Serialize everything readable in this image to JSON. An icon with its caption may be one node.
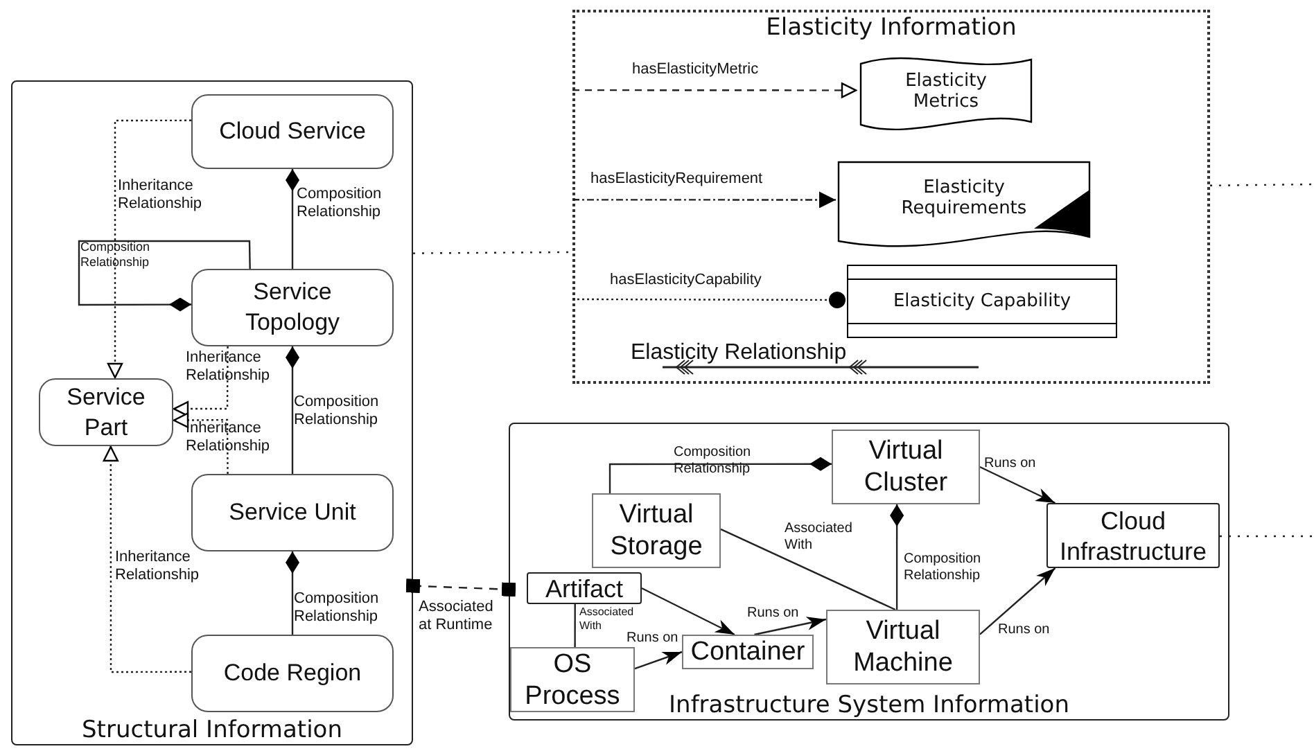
{
  "diagram": {
    "nodes": [
      {
        "text": [
          "Structural Information"
        ]
      },
      {
        "text": [
          "Cloud Service"
        ],
        "in": 0
      },
      {
        "text": [
          "Service Topology"
        ],
        "in": 0
      },
      {
        "text": [
          "Service Part"
        ],
        "in": 0
      },
      {
        "text": [
          "Service Unit"
        ],
        "in": 0
      },
      {
        "text": [
          "Code Region"
        ],
        "in": 0
      },
      {
        "text": [
          "Elasticity Information"
        ]
      },
      {
        "text": [
          "Elasticity Metrics"
        ],
        "in": 6
      },
      {
        "text": [
          "Elasticity Requirements"
        ],
        "in": 6
      },
      {
        "text": [
          "Elasticity Capability"
        ],
        "in": 6
      },
      {
        "text": [
          "Infrastructure System Information"
        ]
      },
      {
        "text": [
          "Virtual Cluster"
        ],
        "in": 10
      },
      {
        "text": [
          "Virtual Storage"
        ],
        "in": 10
      },
      {
        "text": [
          "Cloud Infrastructure"
        ],
        "in": 10
      },
      {
        "text": [
          "Artifact"
        ],
        "in": 10
      },
      {
        "text": [
          "Container"
        ],
        "in": 10
      },
      {
        "text": [
          "Virtual Machine"
        ],
        "in": 10
      },
      {
        "text": [
          "OS Process"
        ],
        "in": 10
      }
    ],
    "edges": [
      {
        "from": 1,
        "to": 3,
        "arrow": "to",
        "label": "Inheritance Relationship",
        "style": "dashed"
      },
      {
        "from": 2,
        "to": 1,
        "arrow": "other",
        "label": "Composition Relationship"
      },
      {
        "from": 2,
        "to": 2,
        "arrow": "other",
        "label": "Composition Relationship"
      },
      {
        "from": 2,
        "to": 3,
        "arrow": "to",
        "label": "Inheritance Relationship",
        "style": "dashed"
      },
      {
        "from": 4,
        "to": 3,
        "arrow": "to",
        "label": "Inheritance Relationship",
        "style": "dashed"
      },
      {
        "from": 4,
        "to": 2,
        "arrow": "other",
        "label": "Composition Relationship"
      },
      {
        "from": 5,
        "to": 4,
        "arrow": "other",
        "label": "Composition Relationship"
      },
      {
        "from": 5,
        "to": 3,
        "arrow": "to",
        "label": "Inheritance Relationship",
        "style": "dashed"
      },
      {
        "from": 0,
        "to": 10,
        "arrow": "other",
        "label": "Associated at Runtime",
        "style": "dashed"
      },
      {
        "from": 0,
        "to": 6,
        "arrow": "none",
        "style": "dashed"
      },
      {
        "from": 6,
        "to": 7,
        "arrow": "to",
        "label": "hasElasticityMetric",
        "style": "dashed"
      },
      {
        "from": 6,
        "to": 8,
        "arrow": "to",
        "label": "hasElasticityRequirement",
        "style": "dashed"
      },
      {
        "from": 6,
        "to": 9,
        "arrow": "other",
        "label": "hasElasticityCapability",
        "style": "dashed"
      },
      {
        "from": 6,
        "to": null,
        "arrow": "none",
        "style": "dashed"
      },
      {
        "from": 12,
        "to": 11,
        "arrow": "other",
        "label": "Composition Relationship"
      },
      {
        "from": 12,
        "to": 16,
        "arrow": "none",
        "label": "Associated With"
      },
      {
        "from": 16,
        "to": 11,
        "arrow": "other",
        "label": "Composition Relationship"
      },
      {
        "from": 11,
        "to": 13,
        "arrow": "to",
        "label": "Runs on"
      },
      {
        "from": 16,
        "to": 13,
        "arrow": "to",
        "label": "Runs on"
      },
      {
        "from": 14,
        "to": 15,
        "arrow": "to"
      },
      {
        "from": 15,
        "to": 16,
        "arrow": "to",
        "label": "Runs on"
      },
      {
        "from": 17,
        "to": 15,
        "arrow": "to",
        "label": "Runs on"
      },
      {
        "from": 14,
        "to": 17,
        "arrow": "none",
        "label": "Associated With"
      },
      {
        "from": 13,
        "to": null,
        "arrow": "none",
        "style": "dashed"
      }
    ],
    "labels": [
      "Elasticity Relationship"
    ]
  }
}
